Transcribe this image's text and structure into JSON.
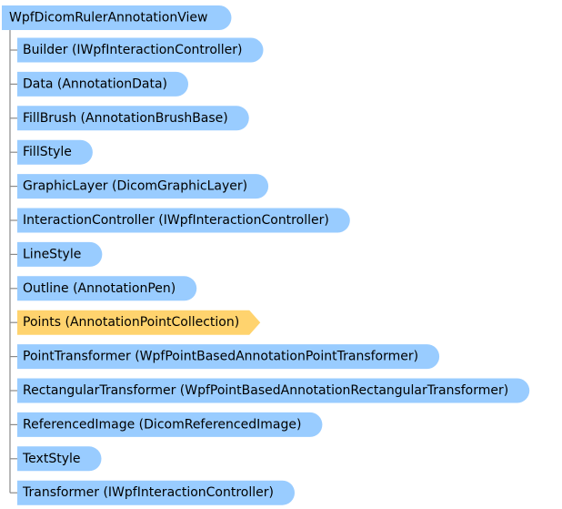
{
  "root": {
    "label": "WpfDicomRulerAnnotationView"
  },
  "members": [
    {
      "label": "Builder (IWpfInteractionController)",
      "highlighted": false
    },
    {
      "label": "Data (AnnotationData)",
      "highlighted": false
    },
    {
      "label": "FillBrush (AnnotationBrushBase)",
      "highlighted": false
    },
    {
      "label": "FillStyle",
      "highlighted": false
    },
    {
      "label": "GraphicLayer (DicomGraphicLayer)",
      "highlighted": false
    },
    {
      "label": "InteractionController (IWpfInteractionController)",
      "highlighted": false
    },
    {
      "label": "LineStyle",
      "highlighted": false
    },
    {
      "label": "Outline (AnnotationPen)",
      "highlighted": false
    },
    {
      "label": "Points (AnnotationPointCollection)",
      "highlighted": true
    },
    {
      "label": "PointTransformer  (WpfPointBasedAnnotationPointTransformer)",
      "highlighted": false
    },
    {
      "label": "RectangularTransformer  (WpfPointBasedAnnotationRectangularTransformer)",
      "highlighted": false
    },
    {
      "label": "ReferencedImage (DicomReferencedImage)",
      "highlighted": false
    },
    {
      "label": "TextStyle",
      "highlighted": false
    },
    {
      "label": "Transformer (IWpfInteractionController)",
      "highlighted": false
    }
  ],
  "colors": {
    "node_fill": "#99CCFF",
    "highlight_fill": "#FFD36E",
    "connector": "#8A8A8A",
    "text": "#000000"
  }
}
